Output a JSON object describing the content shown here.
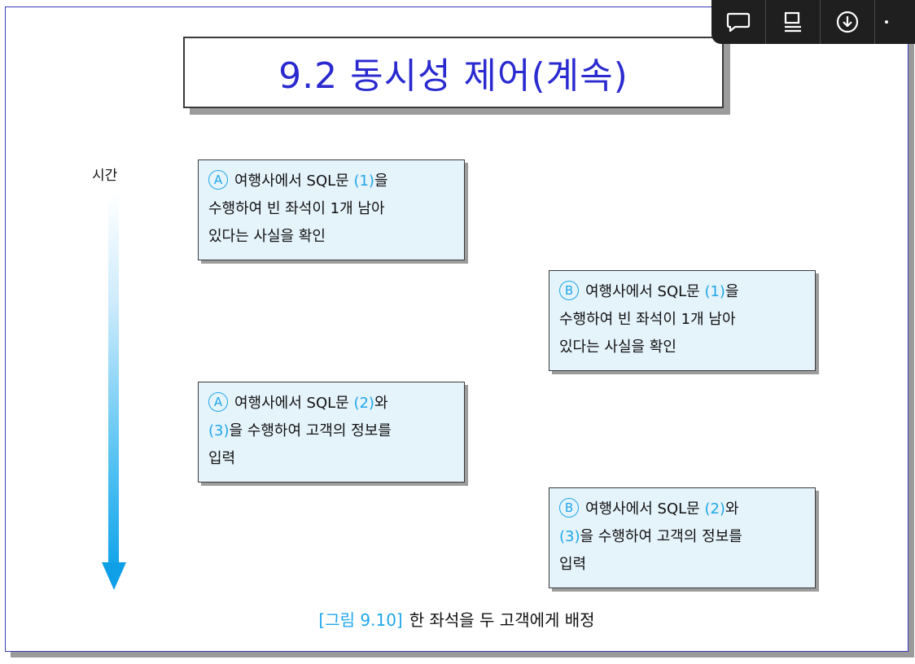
{
  "slide": {
    "title": "9.2 동시성 제어(계속)",
    "time_label": "시간",
    "events": [
      {
        "badge": "A",
        "line1_pre": "여행사에서 SQL문 ",
        "line1_ref": "(1)",
        "line1_post": "을",
        "line2_ref": "",
        "line2_text": "수행하여 빈 좌석이 1개 남아",
        "line3": "있다는 사실을 확인"
      },
      {
        "badge": "B",
        "line1_pre": "여행사에서 SQL문 ",
        "line1_ref": "(1)",
        "line1_post": "을",
        "line2_ref": "",
        "line2_text": "수행하여 빈 좌석이 1개 남아",
        "line3": "있다는 사실을 확인"
      },
      {
        "badge": "A",
        "line1_pre": "여행사에서 SQL문 ",
        "line1_ref": "(2)",
        "line1_post": "와",
        "line2_ref": "(3)",
        "line2_text": "을 수행하여 고객의 정보를",
        "line3": "입력"
      },
      {
        "badge": "B",
        "line1_pre": "여행사에서 SQL문 ",
        "line1_ref": "(2)",
        "line1_post": "와",
        "line2_ref": "(3)",
        "line2_text": "을 수행하여 고객의 정보를",
        "line3": "입력"
      }
    ],
    "caption_num": "[그림 9.10]",
    "caption_text": "한 좌석을 두 고객에게 배정"
  },
  "colors": {
    "title": "#2a2ad0",
    "accent": "#1fa7ea",
    "box_fill": "#e5f3fb",
    "border": "#3a3ab8"
  },
  "toolbar": {
    "icons": [
      "comment-icon",
      "notes-icon",
      "download-icon",
      "more-icon"
    ]
  }
}
